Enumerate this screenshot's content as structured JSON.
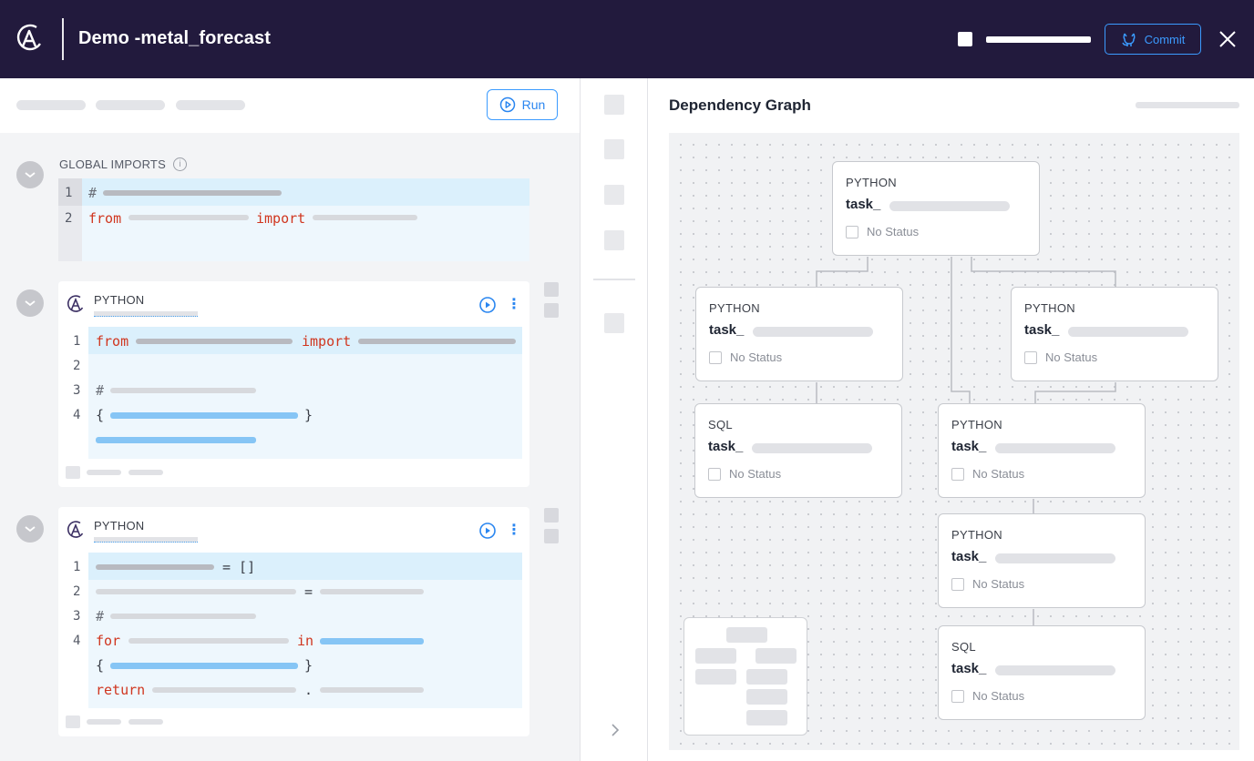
{
  "header": {
    "title": "Demo -metal_forecast",
    "commit_label": "Commit",
    "accent": "#3b9bff",
    "background": "#221a3d",
    "icons": [
      "app-logo-icon",
      "octocat-icon",
      "close-icon"
    ]
  },
  "toolbar": {
    "run_label": "Run",
    "icons": [
      "play-circle-icon"
    ]
  },
  "global_imports": {
    "label": "GLOBAL IMPORTS",
    "lines": [
      {
        "num": "1",
        "tokens": [
          "#"
        ]
      },
      {
        "num": "2",
        "tokens": [
          "from",
          "import"
        ]
      }
    ]
  },
  "cells": [
    {
      "type": "PYTHON",
      "lines": [
        {
          "num": "1",
          "tokens": [
            "from",
            "import"
          ]
        },
        {
          "num": "2",
          "tokens": []
        },
        {
          "num": "3",
          "tokens": [
            "#"
          ]
        },
        {
          "num": "4",
          "tokens": [
            "{",
            "}"
          ]
        }
      ]
    },
    {
      "type": "PYTHON",
      "lines": [
        {
          "num": "1",
          "tokens": [
            "= []"
          ]
        },
        {
          "num": "2",
          "tokens": [
            "="
          ]
        },
        {
          "num": "3",
          "tokens": [
            "#"
          ]
        },
        {
          "num": "4",
          "tokens": [
            "for",
            "in"
          ]
        }
      ],
      "extra_tokens": [
        "{",
        "}",
        "return",
        "."
      ]
    }
  ],
  "graph": {
    "title": "Dependency Graph",
    "nodes": [
      {
        "id": "n1",
        "type": "PYTHON",
        "name": "task_",
        "status": "No Status"
      },
      {
        "id": "n2",
        "type": "PYTHON",
        "name": "task_",
        "status": "No Status"
      },
      {
        "id": "n3",
        "type": "PYTHON",
        "name": "task_",
        "status": "No Status"
      },
      {
        "id": "n4",
        "type": "SQL",
        "name": "task_",
        "status": "No Status"
      },
      {
        "id": "n5",
        "type": "PYTHON",
        "name": "task_",
        "status": "No Status"
      },
      {
        "id": "n6",
        "type": "PYTHON",
        "name": "task_",
        "status": "No Status"
      },
      {
        "id": "n7",
        "type": "SQL",
        "name": "task_",
        "status": "No Status"
      }
    ]
  }
}
